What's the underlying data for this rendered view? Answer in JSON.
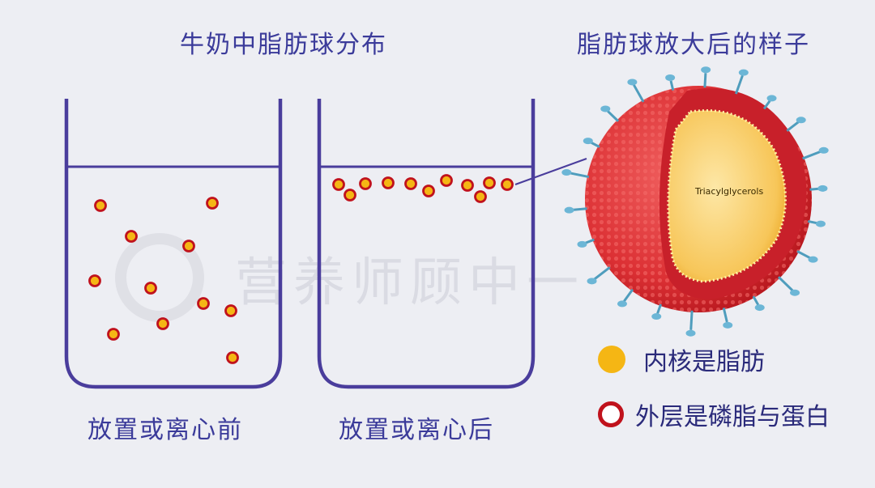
{
  "titles": {
    "left": "牛奶中脂肪球分布",
    "right": "脂肪球放大后的样子"
  },
  "captions": {
    "before": "放置或离心前",
    "after": "放置或离心后"
  },
  "legend": {
    "core_label": "内核是脂肪",
    "shell_label": "外层是磷脂与蛋白"
  },
  "globule_label": "Triacylglycerols",
  "watermark": "营养师顾中一",
  "colors": {
    "text": "#3b3b9a",
    "cup_outline": "#4a3d9c",
    "fat_core": "#f5b614",
    "shell": "#c0121c",
    "membrane": "#e0373d",
    "protein": "#5aa9c9"
  }
}
